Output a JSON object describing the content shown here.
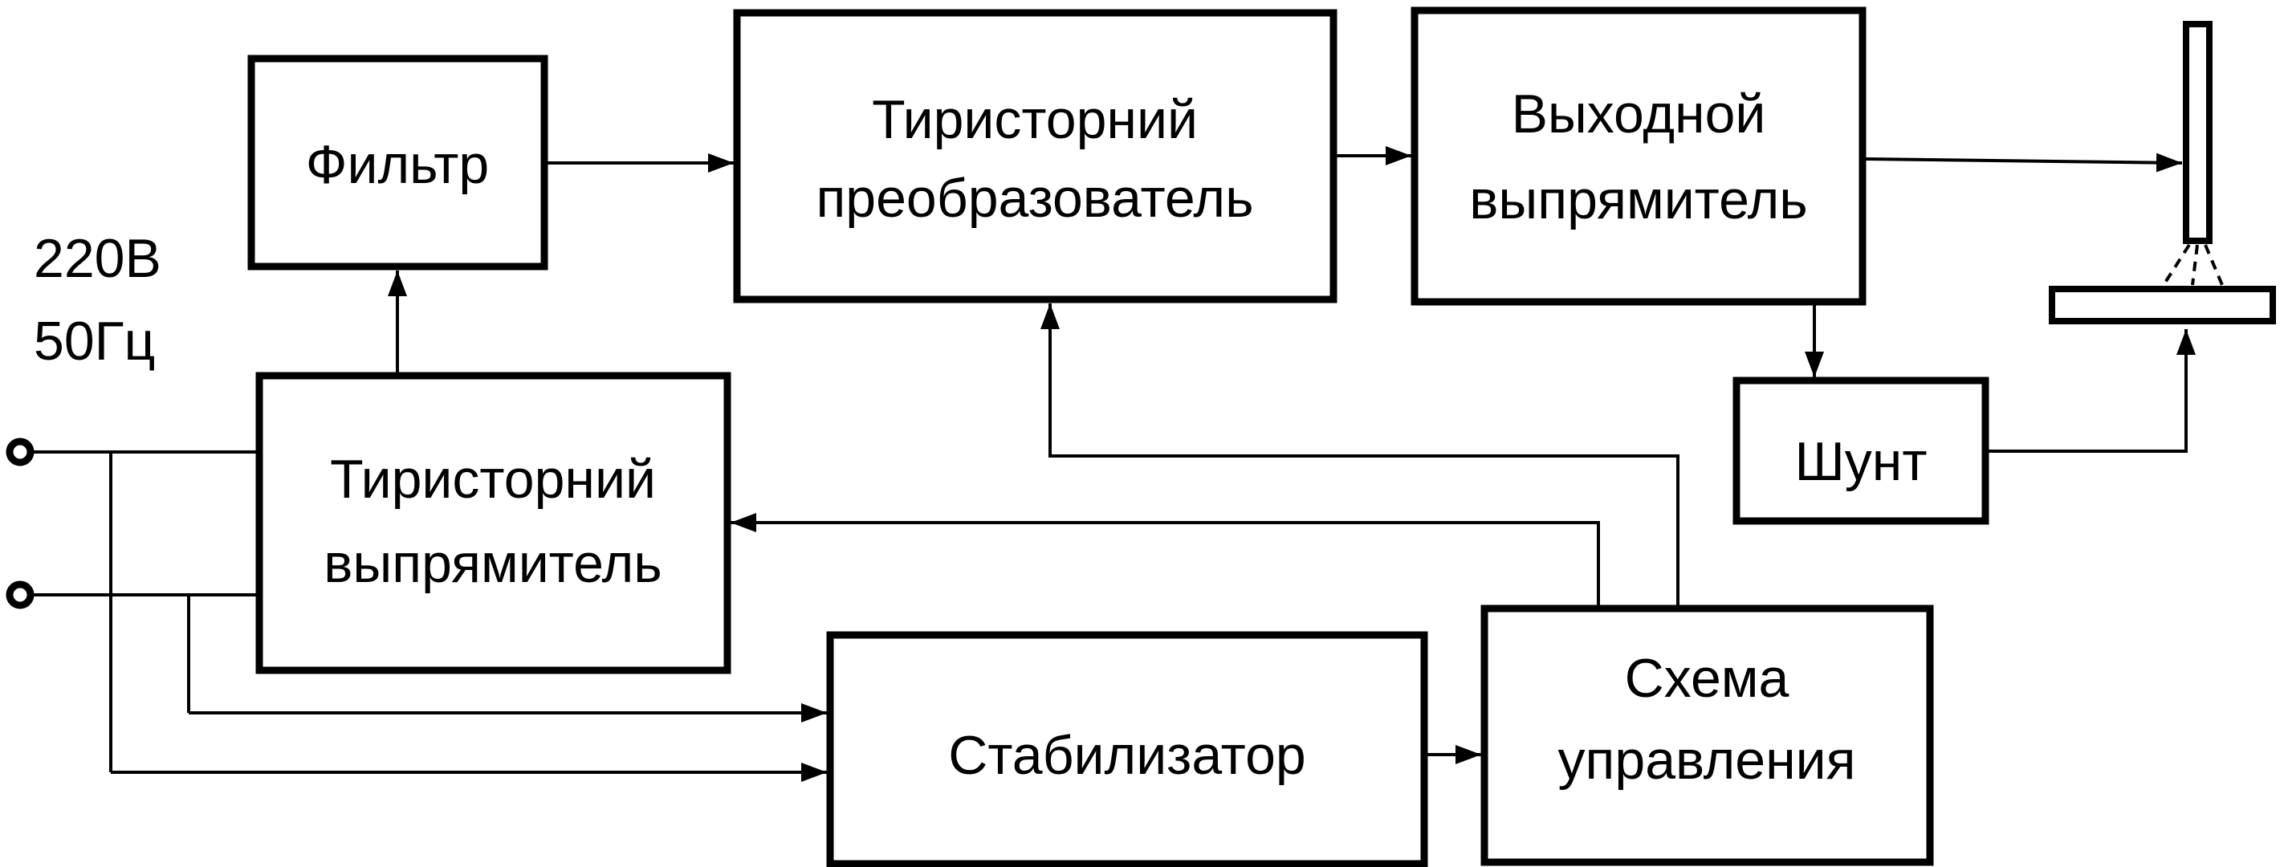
{
  "supply": {
    "voltage": "220В",
    "frequency": "50Гц"
  },
  "blocks": {
    "filter": "Фильтр",
    "thyristor_converter": [
      "Тиристорний",
      "преобразователь"
    ],
    "output_rectifier": [
      "Выходной",
      "выпрямитель"
    ],
    "thyristor_rectifier": [
      "Тиристорний",
      "выпрямитель"
    ],
    "shunt": "Шунт",
    "stabilizer": "Стабилизатор",
    "control_circuit": [
      "Схема",
      "управления"
    ]
  },
  "colors": {
    "line": "#000000",
    "background": "#ffffff"
  }
}
